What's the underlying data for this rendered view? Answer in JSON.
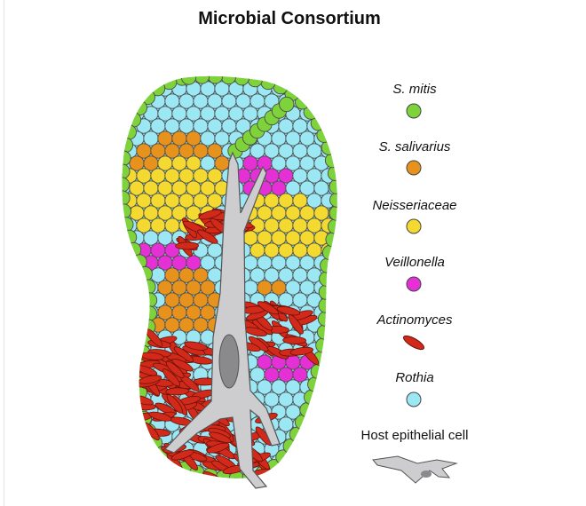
{
  "title": "Microbial Consortium",
  "colors": {
    "s_mitis": "#7ed23a",
    "s_salivarius": "#e8921e",
    "neisseriaceae": "#f3d930",
    "veillonella": "#e530d6",
    "actinomyces": "#d12a1a",
    "rothia": "#9be7f3",
    "host_cell": "#cdcdcf",
    "host_nucleus": "#8a8a8c"
  },
  "legend": [
    {
      "key": "s_mitis",
      "label": "S. mitis",
      "italic": true,
      "shape": "circle"
    },
    {
      "key": "s_salivarius",
      "label": "S. salivarius",
      "italic": true,
      "shape": "circle"
    },
    {
      "key": "neisseriaceae",
      "label": "Neisseriaceae",
      "italic": true,
      "shape": "circle"
    },
    {
      "key": "veillonella",
      "label": "Veillonella",
      "italic": true,
      "shape": "circle"
    },
    {
      "key": "actinomyces",
      "label": "Actinomyces",
      "italic": true,
      "shape": "rod"
    },
    {
      "key": "rothia",
      "label": "Rothia",
      "italic": true,
      "shape": "circle"
    },
    {
      "key": "host_cell",
      "label": "Host epithelial cell",
      "italic": false,
      "shape": "cell"
    }
  ]
}
